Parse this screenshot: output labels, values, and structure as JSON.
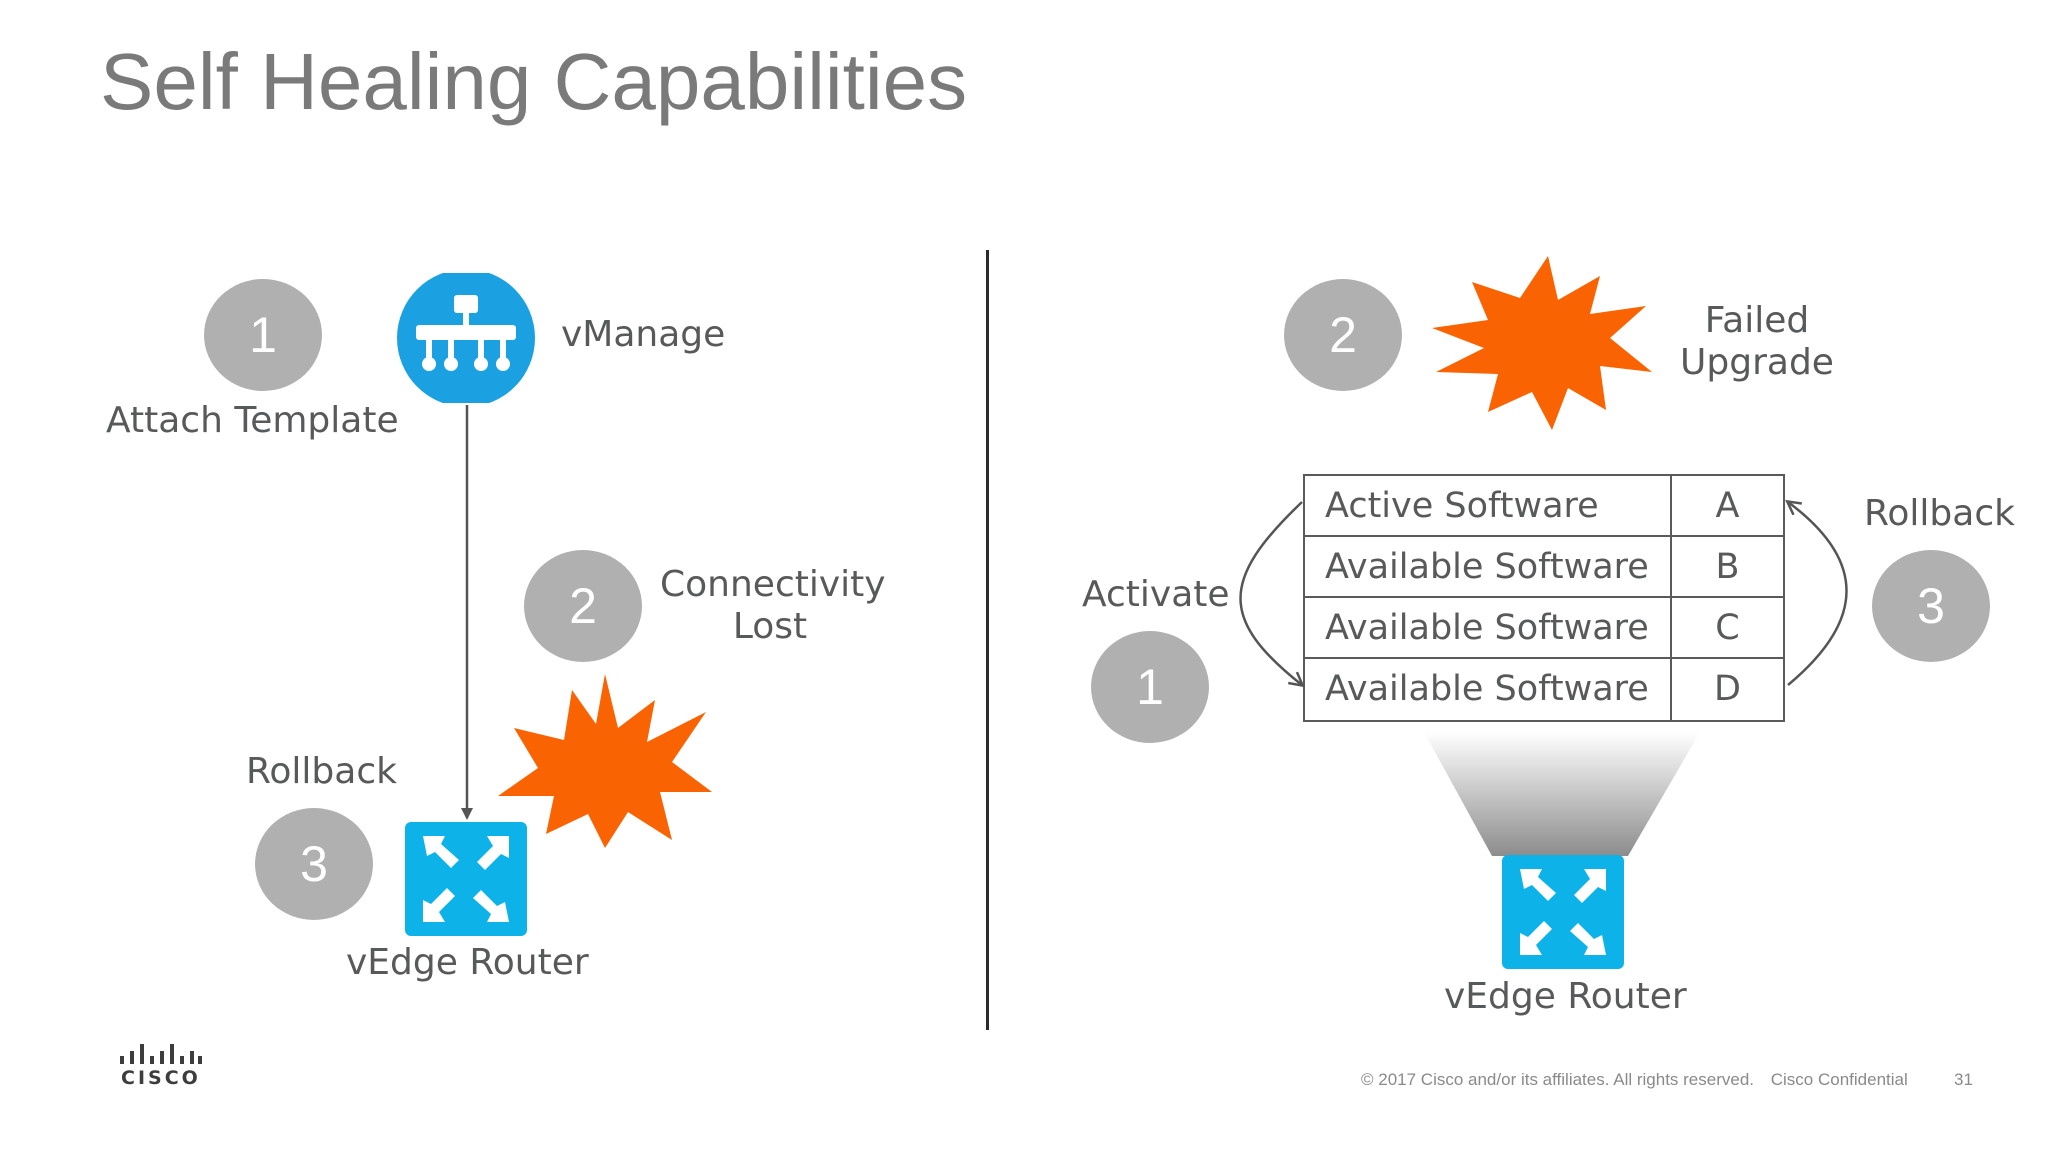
{
  "title": "Self Healing Capabilities",
  "colors": {
    "badge": "#b0b0b0",
    "vmanage": "#1ba1e2",
    "router": "#0db3e8",
    "burst": "#f96302",
    "text": "#58595b"
  },
  "left_panel": {
    "step1": {
      "number": "1",
      "label": "Attach Template"
    },
    "vmanage": {
      "label": "vManage",
      "icon": "vmanage-hierarchy-icon"
    },
    "step2": {
      "number": "2",
      "label_line1": "Connectivity",
      "label_line2": "Lost"
    },
    "step3": {
      "number": "3",
      "label": "Rollback"
    },
    "router": {
      "label": "vEdge Router",
      "icon": "router-arrows-icon"
    }
  },
  "right_panel": {
    "step2": {
      "number": "2",
      "label_line1": "Failed",
      "label_line2": "Upgrade"
    },
    "step1": {
      "number": "1",
      "label": "Activate"
    },
    "step3": {
      "number": "3",
      "label": "Rollback"
    },
    "software_table": [
      {
        "name": "Active Software",
        "version": "A"
      },
      {
        "name": "Available Software",
        "version": "B"
      },
      {
        "name": "Available Software",
        "version": "C"
      },
      {
        "name": "Available Software",
        "version": "D"
      }
    ],
    "router": {
      "label": "vEdge Router",
      "icon": "router-arrows-icon"
    }
  },
  "logo": {
    "name": "cisco-logo",
    "word": "CISCO"
  },
  "footer": {
    "copyright": "© 2017  Cisco and/or its affiliates. All rights reserved.",
    "confidential": "Cisco Confidential",
    "page": "31"
  }
}
